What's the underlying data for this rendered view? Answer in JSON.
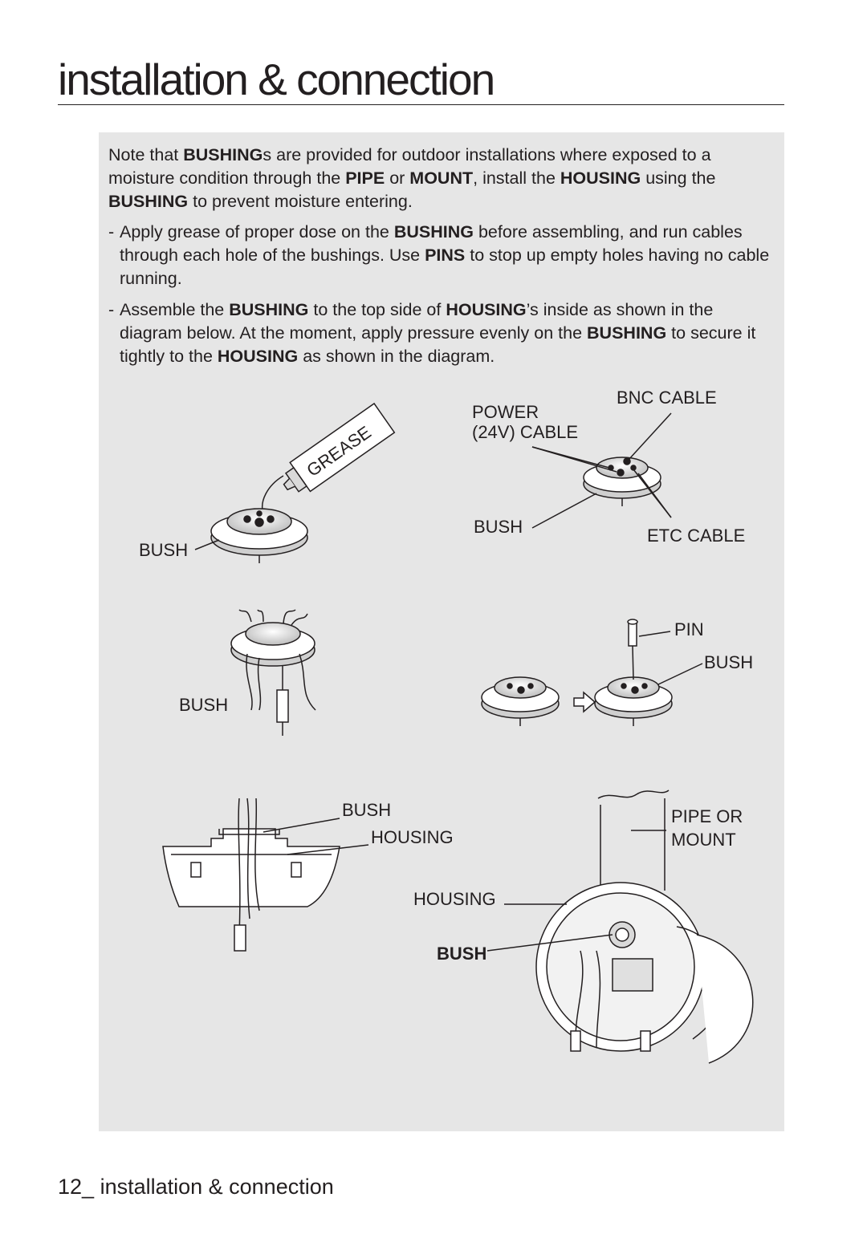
{
  "header": {
    "title": "installation & connection"
  },
  "note": {
    "parts": [
      {
        "t": "Note that ",
        "b": false
      },
      {
        "t": "BUSHING",
        "b": true
      },
      {
        "t": "s are provided for outdoor installations where exposed to a moisture condition through the ",
        "b": false
      },
      {
        "t": "PIPE",
        "b": true
      },
      {
        "t": " or ",
        "b": false
      },
      {
        "t": "MOUNT",
        "b": true
      },
      {
        "t": ", install the ",
        "b": false
      },
      {
        "t": "HOUSING",
        "b": true
      },
      {
        "t": " using the ",
        "b": false
      },
      {
        "t": "BUSHING",
        "b": true
      },
      {
        "t": " to prevent moisture entering.",
        "b": false
      }
    ]
  },
  "bullets": [
    {
      "dash": "-",
      "parts": [
        {
          "t": "Apply grease of proper dose on the ",
          "b": false
        },
        {
          "t": "BUSHING",
          "b": true
        },
        {
          "t": " before assembling, and run cables through each hole of the bushings. Use ",
          "b": false
        },
        {
          "t": "PINS",
          "b": true
        },
        {
          "t": " to stop up empty holes having no cable running.",
          "b": false
        }
      ]
    },
    {
      "dash": "-",
      "parts": [
        {
          "t": "Assemble the ",
          "b": false
        },
        {
          "t": "BUSHING",
          "b": true
        },
        {
          "t": " to the top side of ",
          "b": false
        },
        {
          "t": "HOUSING",
          "b": true
        },
        {
          "t": "’s inside as shown in the diagram below. At the moment, apply pressure evenly on the ",
          "b": false
        },
        {
          "t": "BUSHING",
          "b": true
        },
        {
          "t": " to secure it tightly to the ",
          "b": false
        },
        {
          "t": "HOUSING",
          "b": true
        },
        {
          "t": " as shown in the diagram.",
          "b": false
        }
      ]
    }
  ],
  "labels": {
    "grease": "GREASE",
    "bush": "BUSH",
    "power_line1": "POWER",
    "power_line2": "(24V) CABLE",
    "bnc_cable": "BNC CABLE",
    "etc_cable": "ETC CABLE",
    "pin": "PIN",
    "housing": "HOUSING",
    "pipe_or": "PIPE OR",
    "mount": "MOUNT"
  },
  "footer": {
    "page_number": "12_",
    "section": " installation & connection"
  }
}
